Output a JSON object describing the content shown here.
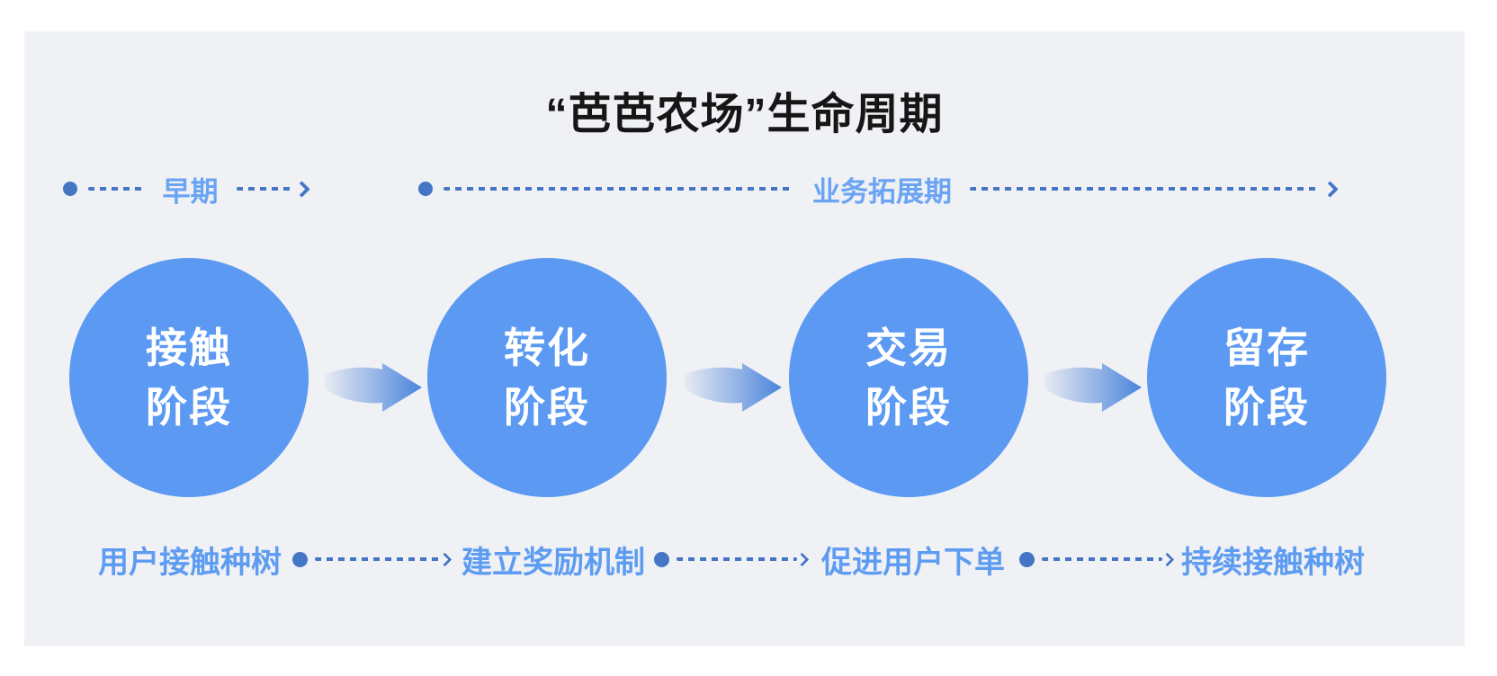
{
  "title": "“芭芭农场”生命周期",
  "phases": [
    {
      "label": "早期"
    },
    {
      "label": "业务拓展期"
    }
  ],
  "stages": [
    {
      "circle_line1": "接触",
      "circle_line2": "阶段",
      "caption": "用户接触种树"
    },
    {
      "circle_line1": "转化",
      "circle_line2": "阶段",
      "caption": "建立奖励机制"
    },
    {
      "circle_line1": "交易",
      "circle_line2": "阶段",
      "caption": "促进用户下单"
    },
    {
      "circle_line1": "留存",
      "circle_line2": "阶段",
      "caption": "持续接触种树"
    }
  ],
  "colors": {
    "panel_bg": "#eff1f5",
    "circle_fill": "#5b99f2",
    "connector_blue": "#4575c5",
    "label_light_blue": "#6ba4f3",
    "caption_blue": "#5e9cf2",
    "title_color": "#161616",
    "arrow_gradient_start": "#e8ebf1",
    "arrow_gradient_end": "#4b85dc"
  }
}
